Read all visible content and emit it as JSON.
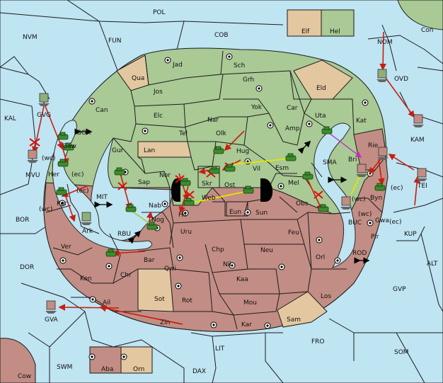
{
  "map": {
    "outer_regions": [
      {
        "key": "POL",
        "label": "POL"
      },
      {
        "key": "NVM",
        "label": "NVM"
      },
      {
        "key": "FUN",
        "label": "FUN"
      },
      {
        "key": "COB",
        "label": "COB"
      },
      {
        "key": "NOM",
        "label": "NOM"
      },
      {
        "key": "Con",
        "label": "Con"
      },
      {
        "key": "OVD",
        "label": "OVD"
      },
      {
        "key": "KAL",
        "label": "KAL"
      },
      {
        "key": "GVG",
        "label": "GVG"
      },
      {
        "key": "GOR",
        "label": "GOR"
      },
      {
        "key": "MVU",
        "label": "MVU"
      },
      {
        "key": "KAM",
        "label": "KAM"
      },
      {
        "key": "BOR",
        "label": "BOR"
      },
      {
        "key": "MIT",
        "label": "MIT"
      },
      {
        "key": "RBU",
        "label": "RBU"
      },
      {
        "key": "SMA",
        "label": "SMA"
      },
      {
        "key": "TEI",
        "label": "TEI"
      },
      {
        "key": "BUC",
        "label": "BUC"
      },
      {
        "key": "KUP",
        "label": "KUP"
      },
      {
        "key": "ROD",
        "label": "ROD"
      },
      {
        "key": "ALT",
        "label": "ALT"
      },
      {
        "key": "DOR",
        "label": "DOR"
      },
      {
        "key": "GVP",
        "label": "GVP"
      },
      {
        "key": "GVA",
        "label": "GVA"
      },
      {
        "key": "FRO",
        "label": "FRO"
      },
      {
        "key": "SOM",
        "label": "SOM"
      },
      {
        "key": "LIT",
        "label": "LIT"
      },
      {
        "key": "SWM",
        "label": "SWM"
      },
      {
        "key": "DAX",
        "label": "DAX"
      },
      {
        "key": "Cow",
        "label": "Cow"
      }
    ],
    "green_provinces": [
      {
        "key": "Jad",
        "label": "Jad"
      },
      {
        "key": "Sch",
        "label": "Sch"
      },
      {
        "key": "Jos",
        "label": "Jos"
      },
      {
        "key": "Can",
        "label": "Can"
      },
      {
        "key": "Grh",
        "label": "Grh"
      },
      {
        "key": "Elc",
        "label": "Elc"
      },
      {
        "key": "Nar",
        "label": "Nar"
      },
      {
        "key": "Yok",
        "label": "Yok"
      },
      {
        "key": "Car",
        "label": "Car"
      },
      {
        "key": "Uta",
        "label": "Uta"
      },
      {
        "key": "Kat",
        "label": "Kat"
      },
      {
        "key": "Tel",
        "label": "Tel"
      },
      {
        "key": "Olk",
        "label": "Olk"
      },
      {
        "key": "Amp",
        "label": "Amp"
      },
      {
        "key": "Gur",
        "label": "Gur"
      },
      {
        "key": "Hug",
        "label": "Hug"
      },
      {
        "key": "Vil",
        "label": "Vil"
      },
      {
        "key": "Esm",
        "label": "Esm"
      },
      {
        "key": "Bri",
        "label": "Bri"
      },
      {
        "key": "Nor",
        "label": "Nor"
      },
      {
        "key": "Sap",
        "label": "Sap"
      },
      {
        "key": "Mel",
        "label": "Mel"
      },
      {
        "key": "Gaw",
        "label": "Gaw"
      }
    ],
    "tan_provinces": [
      {
        "key": "Qua",
        "label": "Qua"
      },
      {
        "key": "Eld",
        "label": "Eld"
      },
      {
        "key": "Lan",
        "label": "Lan"
      },
      {
        "key": "Sot",
        "label": "Sot"
      },
      {
        "key": "Sam",
        "label": "Sam"
      }
    ],
    "red_provinces": [
      {
        "key": "Rie",
        "label": "Rie"
      },
      {
        "key": "Her",
        "label": "Her"
      },
      {
        "key": "Kor",
        "label": "Kor"
      },
      {
        "key": "Ark",
        "label": "Ark"
      },
      {
        "key": "Ver",
        "label": "Ver"
      },
      {
        "key": "Ken",
        "label": "Ken"
      },
      {
        "key": "Ail",
        "label": "Ail"
      },
      {
        "key": "Chr",
        "label": "Chr"
      },
      {
        "key": "Bar",
        "label": "Bar"
      },
      {
        "key": "Qwi",
        "label": "Qwi"
      },
      {
        "key": "Rot",
        "label": "Rot"
      },
      {
        "key": "Zin",
        "label": "Zin"
      },
      {
        "key": "Kar",
        "label": "Kar"
      },
      {
        "key": "Mou",
        "label": "Mou"
      },
      {
        "key": "Kaa",
        "label": "Kaa"
      },
      {
        "key": "Nil",
        "label": "Nil"
      },
      {
        "key": "Chp",
        "label": "Chp"
      },
      {
        "key": "Neu",
        "label": "Neu"
      },
      {
        "key": "Uru",
        "label": "Uru"
      },
      {
        "key": "Feu",
        "label": "Feu"
      },
      {
        "key": "Orl",
        "label": "Orl"
      },
      {
        "key": "Los",
        "label": "Los"
      },
      {
        "key": "Pir",
        "label": "Pir"
      },
      {
        "key": "Gwa",
        "label": "Gwa"
      },
      {
        "key": "Byn",
        "label": "Byn"
      },
      {
        "key": "Obs",
        "label": "Obs"
      },
      {
        "key": "Sun",
        "label": "Sun"
      },
      {
        "key": "Eun",
        "label": "Eun"
      },
      {
        "key": "Ost",
        "label": "Ost"
      },
      {
        "key": "Web",
        "label": "Web"
      },
      {
        "key": "Skr",
        "label": "Skr"
      },
      {
        "key": "Hil",
        "label": "Hil"
      },
      {
        "key": "Nab",
        "label": "Nab"
      },
      {
        "key": "Nog",
        "label": "Nog"
      }
    ],
    "inset_boxes": [
      {
        "key": "Elf",
        "label": "Elf"
      },
      {
        "key": "Hel",
        "label": "Hel"
      },
      {
        "key": "Aba",
        "label": "Aba"
      },
      {
        "key": "Orn",
        "label": "Orn"
      }
    ],
    "coast_notes": {
      "wc": "(wc)",
      "ec": "(ec)"
    },
    "colors": {
      "sea": "#bfe4f2",
      "green": "#a9c995",
      "red": "#c28d84",
      "tan": "#e3c7a0",
      "move": "#c81e10",
      "support": "#e6e600"
    }
  }
}
